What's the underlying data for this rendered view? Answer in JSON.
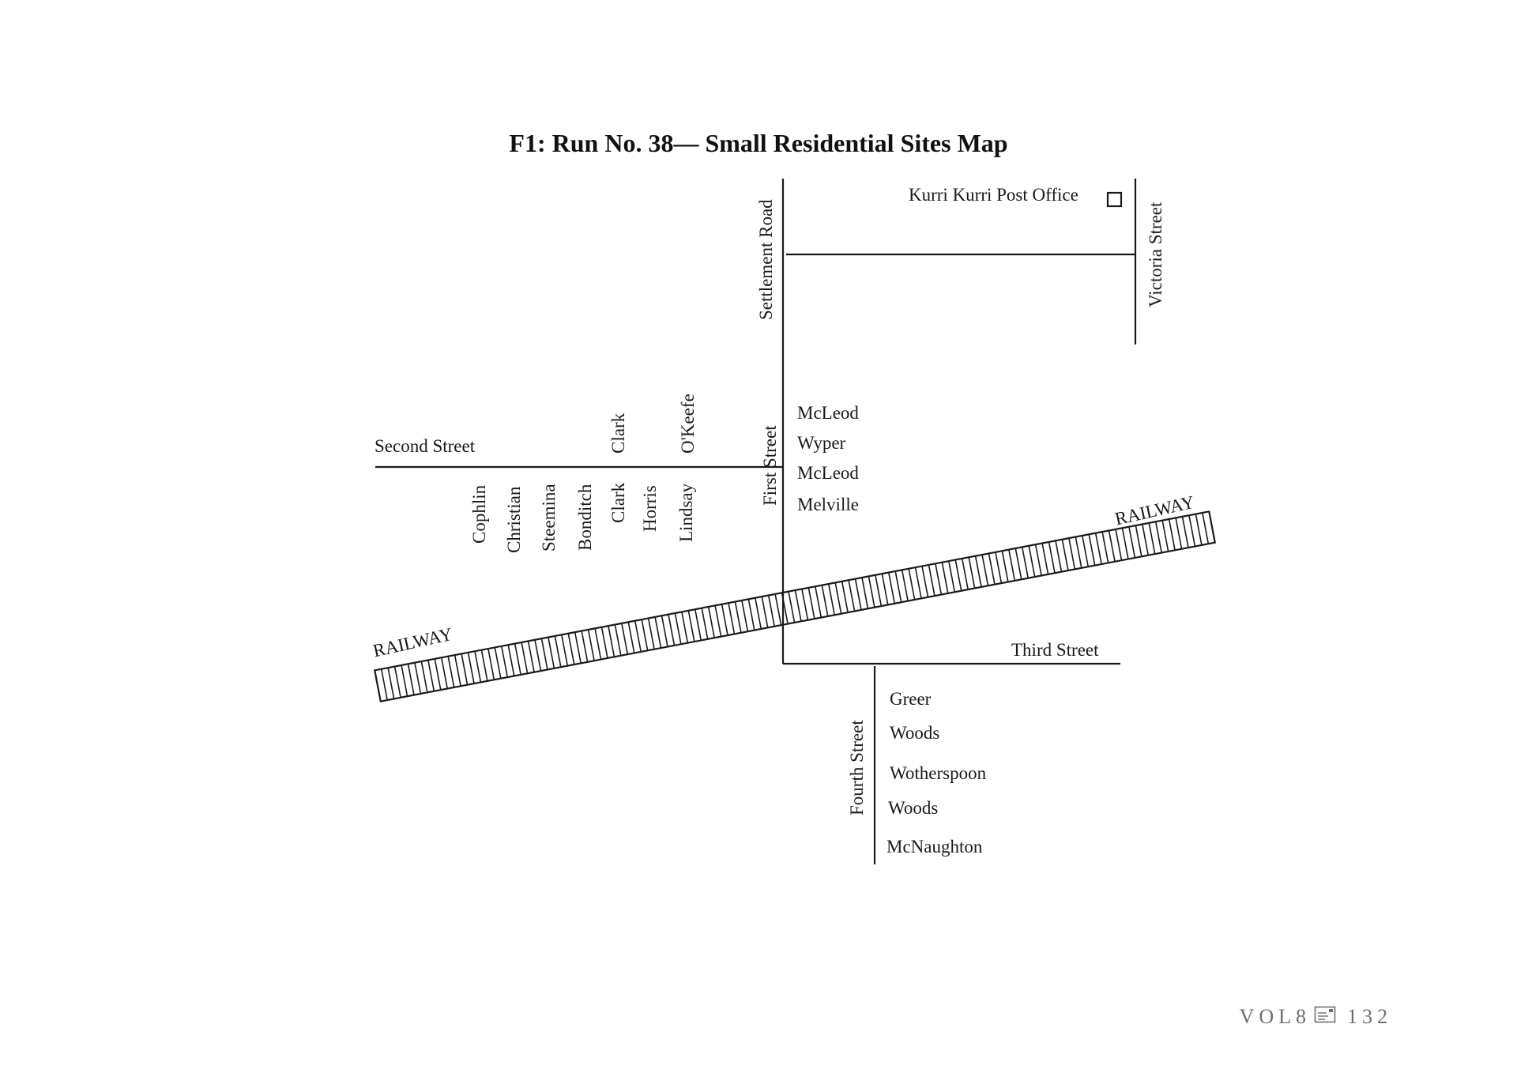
{
  "title": "F1:  Run No. 38— Small Residential Sites Map",
  "streets": {
    "settlement_road": "Settlement Road",
    "victoria_street": "Victoria Street",
    "second_street": "Second Street",
    "first_street": "First Street",
    "third_street": "Third Street",
    "fourth_street": "Fourth Street"
  },
  "landmarks": {
    "post_office": "Kurri Kurri Post Office"
  },
  "railway_labels": [
    "RAILWAY",
    "RAILWAY"
  ],
  "second_street_north_lots": [
    "Clark",
    "O'Keefe"
  ],
  "second_street_south_lots": [
    "Cophlin",
    "Christian",
    "Steemina",
    "Bonditch",
    "Clark",
    "Horris",
    "Lindsay"
  ],
  "first_street_lots": [
    "McLeod",
    "Wyper",
    "McLeod",
    "Melville"
  ],
  "fourth_street_lots": [
    "Greer",
    "Woods",
    "Wotherspoon",
    "Woods",
    "McNaughton"
  ],
  "footer": {
    "volume": "VOL8",
    "page": "132",
    "icon": "mail-icon"
  },
  "colors": {
    "ink": "#1a1a1a",
    "footer": "#6e6e6e"
  }
}
